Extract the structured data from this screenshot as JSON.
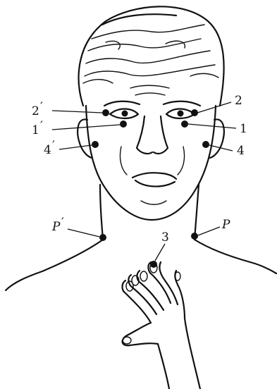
{
  "labels": {
    "left_2": "2",
    "left_1": "1",
    "left_4": "4",
    "right_2": "2",
    "right_1": "1",
    "right_4": "4",
    "p": "P",
    "p_prime": "P",
    "finger_3": "3",
    "prime_mark": "′"
  }
}
